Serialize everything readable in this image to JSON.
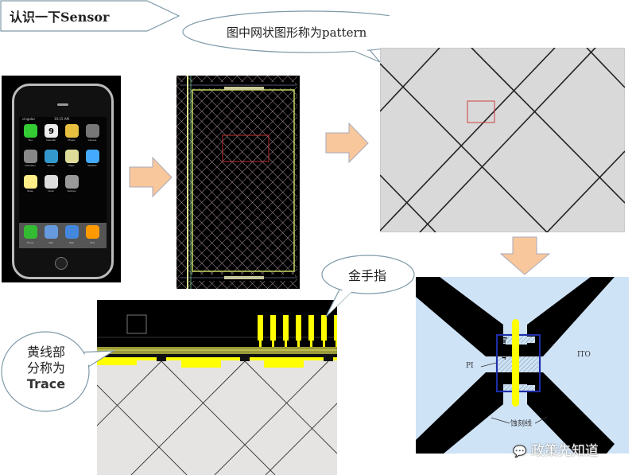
{
  "slide": {
    "title": "认识一下Sensor",
    "pattern_callout": "图中网状图形称为pattern",
    "gold_finger_callout": "金手指",
    "trace_callout_lines": [
      "黄线部",
      "分称为",
      "Trace"
    ]
  },
  "phone": {
    "carrier": "cingular",
    "time": "10:15 AM",
    "calendar_day": "9",
    "apps": [
      "Text",
      "Calendar",
      "Photos",
      "Camera",
      "Calculator",
      "Stocks",
      "Maps",
      "Weather",
      "Notes",
      "Clock",
      "Settings"
    ],
    "dock": [
      "Phone",
      "Mail",
      "Web",
      "iPod"
    ]
  },
  "jumper_diagram": {
    "jumper_label": "Jumper",
    "pi_label": "PI",
    "ito_label": "ITO",
    "etch_label": "蚀刻线"
  },
  "watermark": "政策先知道",
  "colors": {
    "arrow_fill": "#f8c79b",
    "callout_stroke": "#7f9aa8",
    "trace_yellow": "#ffff00",
    "pattern_grey": "#d9d9d9",
    "jumper_bg": "#cfe3f7",
    "pi_blue": "#1f2ea8"
  }
}
